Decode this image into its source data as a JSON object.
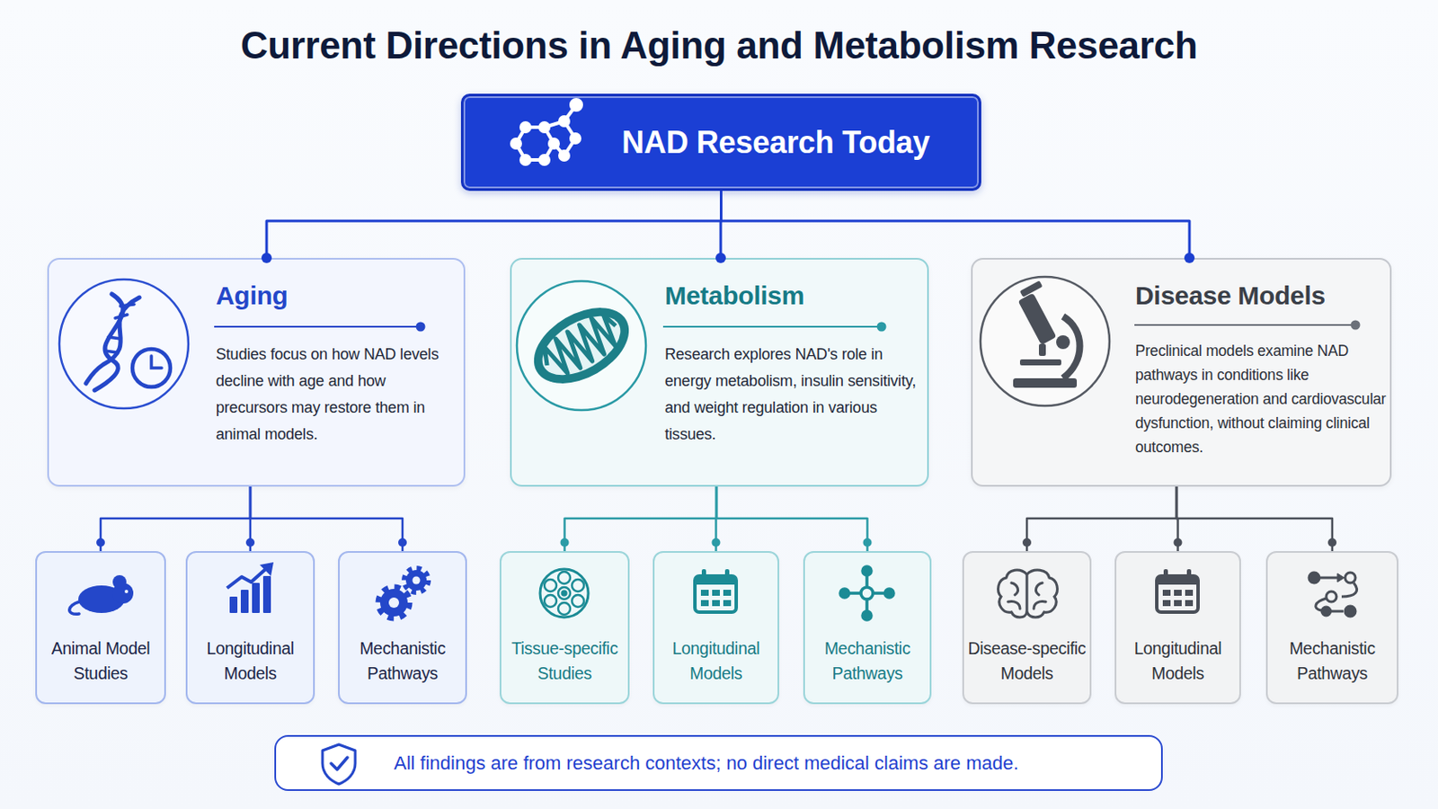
{
  "diagram": {
    "title": "Current Directions in Aging and Metabolism Research",
    "nodes": [
      {
        "text": [
          "NAD Research Today"
        ]
      },
      {
        "text": [
          "Aging",
          "Studies focus on how NAD levels decline with age and how precursors may restore them in animal models."
        ]
      },
      {
        "text": [
          "Metabolism",
          "Research explores NAD's role in energy metabolism, insulin sensitivity, and weight regulation in various tissues."
        ]
      },
      {
        "text": [
          "Disease Models",
          "Preclinical models examine NAD pathways in conditions like neurodegeneration and cardiovascular dysfunction, without claiming clinical outcomes."
        ]
      },
      {
        "text": [
          "Animal Model Studies"
        ]
      },
      {
        "text": [
          "Longitudinal Models"
        ]
      },
      {
        "text": [
          "Mechanistic Pathways"
        ]
      },
      {
        "text": [
          "Tissue-specific Studies"
        ]
      },
      {
        "text": [
          "Longitudinal Models"
        ]
      },
      {
        "text": [
          "Mechanistic Pathways"
        ]
      },
      {
        "text": [
          "Disease-specific Models"
        ]
      },
      {
        "text": [
          "Longitudinal Models"
        ]
      },
      {
        "text": [
          "Mechanistic Pathways"
        ]
      },
      {
        "text": [
          "All findings are from research contexts; no direct medical claims are made."
        ]
      }
    ],
    "edges": [
      {
        "from": 0,
        "to": 1,
        "arrow": "none"
      },
      {
        "from": 0,
        "to": 2,
        "arrow": "none"
      },
      {
        "from": 0,
        "to": 3,
        "arrow": "none"
      },
      {
        "from": 1,
        "to": 4,
        "arrow": "none"
      },
      {
        "from": 1,
        "to": 5,
        "arrow": "none"
      },
      {
        "from": 1,
        "to": 6,
        "arrow": "none"
      },
      {
        "from": 2,
        "to": 7,
        "arrow": "none"
      },
      {
        "from": 2,
        "to": 8,
        "arrow": "none"
      },
      {
        "from": 2,
        "to": 9,
        "arrow": "none"
      },
      {
        "from": 3,
        "to": 10,
        "arrow": "none"
      },
      {
        "from": 3,
        "to": 11,
        "arrow": "none"
      },
      {
        "from": 3,
        "to": 12,
        "arrow": "none"
      }
    ]
  }
}
